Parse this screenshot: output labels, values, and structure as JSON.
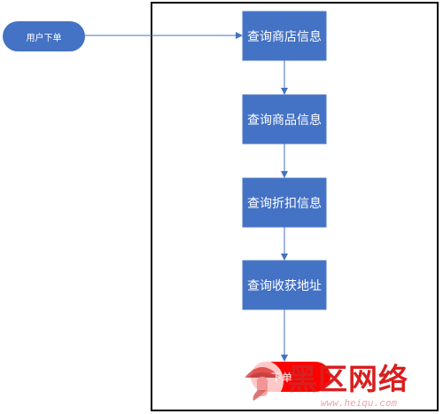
{
  "diagram": {
    "start_node": {
      "label": "用户下单",
      "fill": "#4472c4"
    },
    "steps": [
      {
        "label": "查询商店信息"
      },
      {
        "label": "查询商品信息"
      },
      {
        "label": "查询折扣信息"
      },
      {
        "label": "查询收获地址"
      }
    ],
    "end_node": {
      "label": "下单",
      "fill": "#ff0000"
    },
    "colors": {
      "box_fill": "#4472c4",
      "box_border": "#4a79c6",
      "arrow": "#4472c4",
      "container_border": "#000000"
    }
  },
  "watermark": {
    "text": "黑区网络",
    "url": "www.heiqu.com",
    "color": "#d91f1f",
    "icon": "mushroom-logo-icon"
  }
}
